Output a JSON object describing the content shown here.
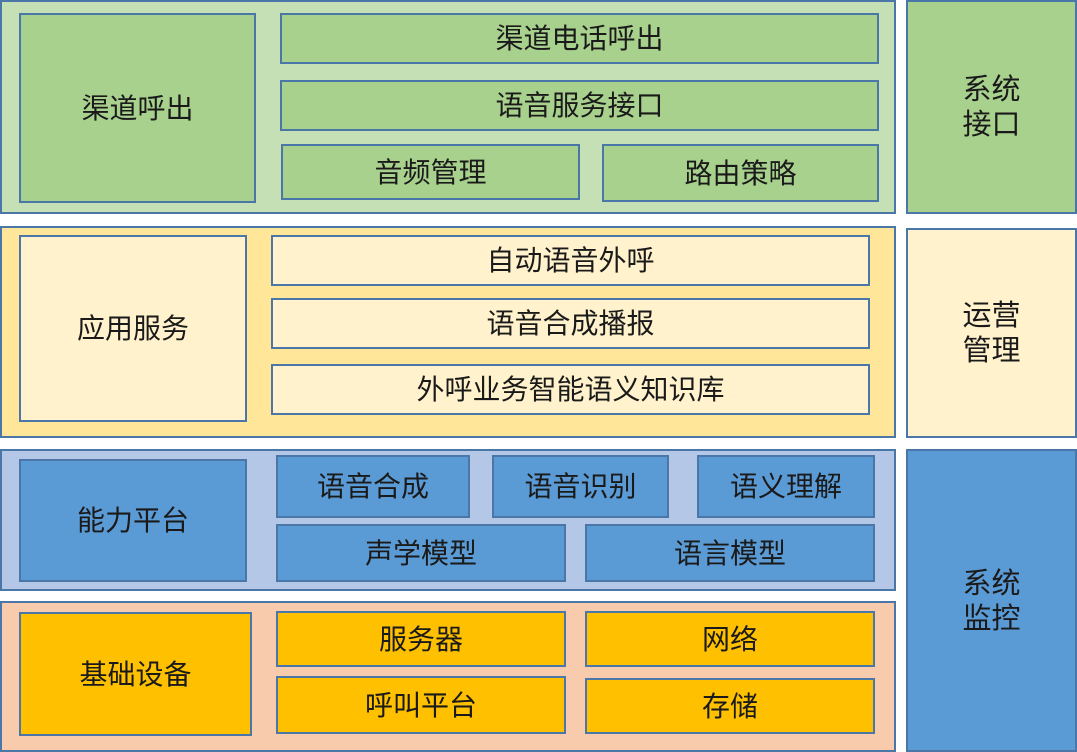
{
  "layers": {
    "channel": {
      "title": "渠道呼出",
      "items": [
        "渠道电话呼出",
        "语音服务接口",
        "音频管理",
        "路由策略"
      ]
    },
    "app": {
      "title": "应用服务",
      "items": [
        "自动语音外呼",
        "语音合成播报",
        "外呼业务智能语义知识库"
      ]
    },
    "ability": {
      "title": "能力平台",
      "items": [
        "语音合成",
        "语音识别",
        "语义理解",
        "声学模型",
        "语言模型"
      ]
    },
    "infra": {
      "title": "基础设备",
      "items": [
        "服务器",
        "网络",
        "呼叫平台",
        "存储"
      ]
    }
  },
  "side": {
    "system_interface": "系统接口",
    "operations": "运营管理",
    "monitoring": "系统监控"
  },
  "colors": {
    "green_bg": "#c5e0b4",
    "green_box": "#a9d18e",
    "yellow_bg": "#ffe699",
    "yellow_box": "#fff2cc",
    "blue_bg": "#b4c7e7",
    "blue_box": "#5b9bd5",
    "orange_bg": "#f8cbad",
    "orange_box": "#ffc000",
    "border": "#4a77a8"
  }
}
